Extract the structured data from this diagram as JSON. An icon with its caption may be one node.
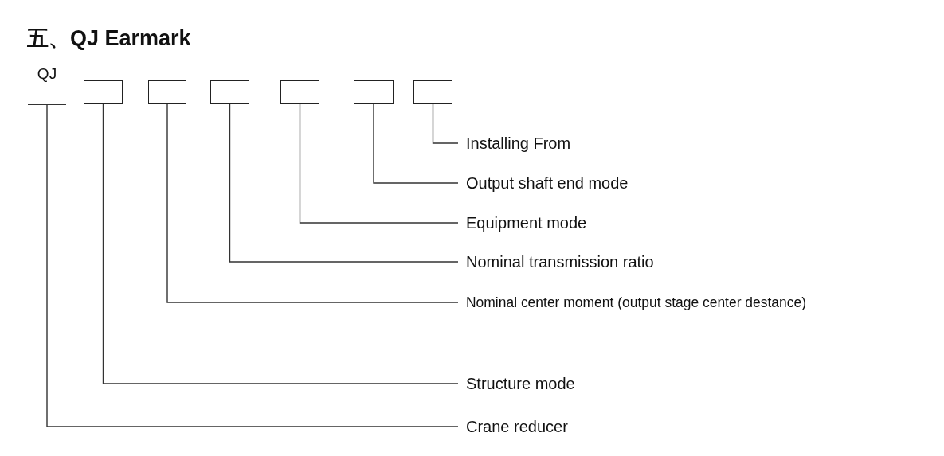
{
  "diagram": {
    "title": "五、QJ Earmark",
    "nodes": [
      {
        "text": [
          "QJ"
        ]
      },
      {
        "text": [],
        "shape": "box"
      },
      {
        "text": [],
        "shape": "box"
      },
      {
        "text": [],
        "shape": "box"
      },
      {
        "text": [],
        "shape": "box"
      },
      {
        "text": [],
        "shape": "box"
      },
      {
        "text": [],
        "shape": "box"
      },
      {
        "text": [
          "Installing From"
        ]
      },
      {
        "text": [
          "Output shaft end mode"
        ]
      },
      {
        "text": [
          "Equipment mode"
        ]
      },
      {
        "text": [
          "Nominal transmission ratio"
        ]
      },
      {
        "text": [
          "Nominal center moment (output stage center destance)"
        ]
      },
      {
        "text": [
          "Structure mode"
        ]
      },
      {
        "text": [
          "Crane reducer"
        ]
      }
    ],
    "edges": [
      {
        "from": 6,
        "to": 7,
        "arrow": "none"
      },
      {
        "from": 5,
        "to": 8,
        "arrow": "none"
      },
      {
        "from": 4,
        "to": 9,
        "arrow": "none"
      },
      {
        "from": 3,
        "to": 10,
        "arrow": "none"
      },
      {
        "from": 2,
        "to": 11,
        "arrow": "none"
      },
      {
        "from": 1,
        "to": 12,
        "arrow": "none"
      },
      {
        "from": 0,
        "to": 13,
        "arrow": "none"
      }
    ]
  }
}
